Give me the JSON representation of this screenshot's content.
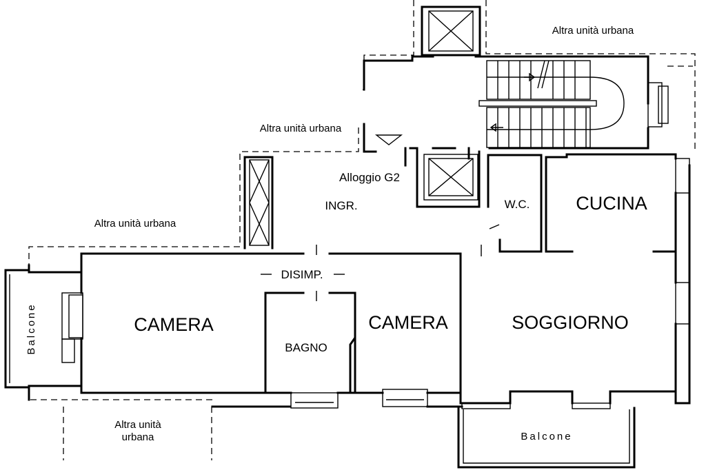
{
  "rooms": {
    "camera_left": "CAMERA",
    "camera_mid": "CAMERA",
    "soggiorno": "SOGGIORNO",
    "cucina": "CUCINA",
    "bagno": "BAGNO",
    "wc": "W.C.",
    "ingr": "INGR.",
    "disimp": "DISIMP."
  },
  "unit_label": "Alloggio G2",
  "neighbors": {
    "top_right": "Altra unità urbana",
    "mid": "Altra unità urbana",
    "left": "Altra unità urbana",
    "bottom_line1": "Altra unità",
    "bottom_line2": "urbana"
  },
  "balconies": {
    "left": "Balcone",
    "bottom": "Balcone"
  }
}
